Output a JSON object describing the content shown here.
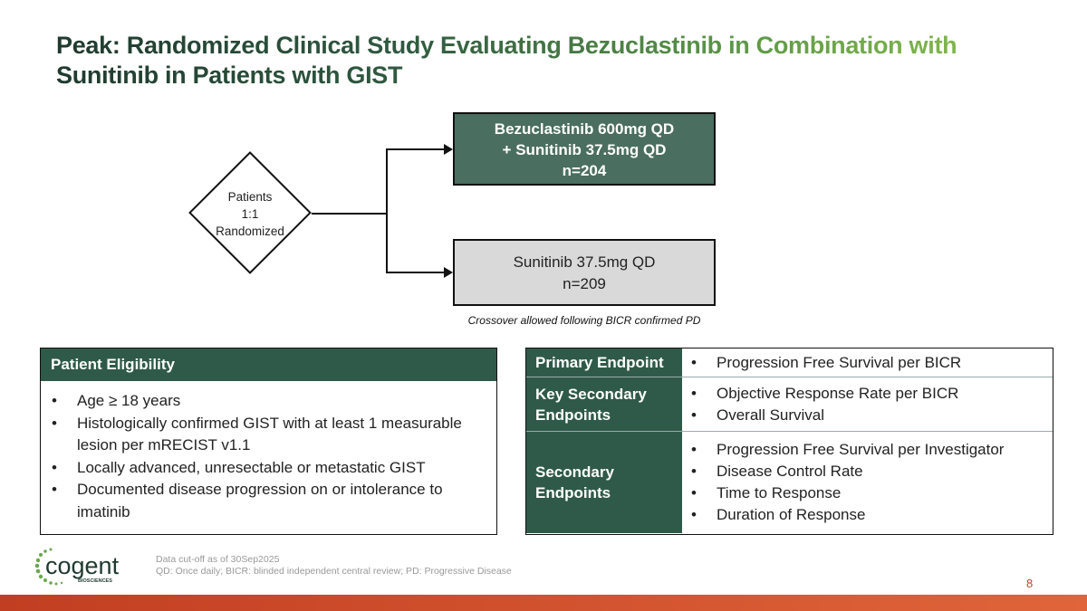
{
  "title": "Peak: Randomized Clinical Study Evaluating Bezuclastinib in Combination with Sunitinib in Patients with GIST",
  "diagram": {
    "randomization": [
      "Patients",
      "1:1",
      "Randomized"
    ],
    "arm1": [
      "Bezuclastinib 600mg QD",
      "+ Sunitinib 37.5mg QD",
      "n=204"
    ],
    "arm2": [
      "Sunitinib 37.5mg QD",
      "n=209"
    ],
    "crossover_note": "Crossover allowed following BICR confirmed PD"
  },
  "eligibility": {
    "header": "Patient Eligibility",
    "items": [
      "Age ≥ 18 years",
      "Histologically confirmed GIST with at least 1 measurable lesion per mRECIST v1.1",
      "Locally advanced, unresectable or metastatic GIST",
      "Documented disease progression on or intolerance to imatinib"
    ]
  },
  "endpoints": [
    {
      "label": "Primary Endpoint",
      "items": [
        "Progression Free Survival per BICR"
      ]
    },
    {
      "label": "Key Secondary Endpoints",
      "items": [
        "Objective Response Rate per BICR",
        "Overall Survival"
      ]
    },
    {
      "label": "Secondary Endpoints",
      "items": [
        "Progression Free Survival per Investigator",
        "Disease Control Rate",
        "Time to Response",
        "Duration of Response"
      ]
    }
  ],
  "footer": {
    "line1": "Data cut-off as of 30Sep2025",
    "line2": "QD: Once daily; BICR: blinded independent central review; PD: Progressive Disease",
    "page": "8",
    "logo_text": "cogent",
    "logo_sub": "BIOSCIENCES"
  },
  "colors": {
    "dark_green": "#2f5a4a",
    "arm1": "#4a6e5f",
    "arm2": "#d9d9d9",
    "accent": "#c23e22"
  }
}
